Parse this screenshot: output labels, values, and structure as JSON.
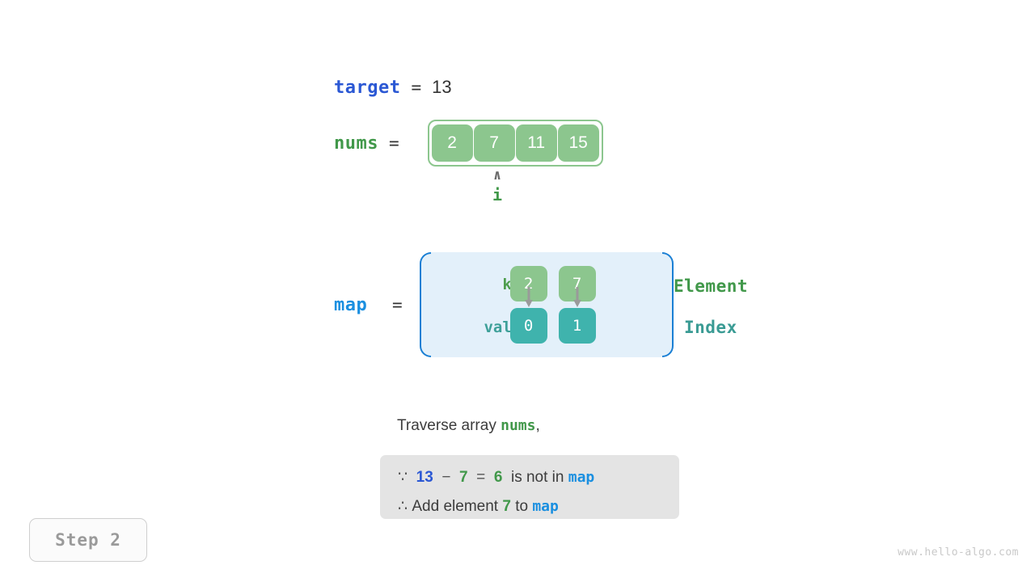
{
  "target": {
    "var_label": "target",
    "equals": "=",
    "value": "13"
  },
  "nums": {
    "var_label": "nums",
    "equals": "=",
    "cells": [
      "2",
      "7",
      "11",
      "15"
    ]
  },
  "pointer": {
    "caret": "∧",
    "label": "i",
    "points_to_index": 1
  },
  "map": {
    "var_label": "map",
    "equals": "=",
    "row_labels": {
      "key": "key",
      "value": "value"
    },
    "side_labels": {
      "element": "Element",
      "index": "Index"
    },
    "entries": [
      {
        "key": "2",
        "value": "0"
      },
      {
        "key": "7",
        "value": "1"
      }
    ]
  },
  "explanation": {
    "traverse_prefix": "Traverse array ",
    "traverse_var": "nums",
    "traverse_suffix": ",",
    "line1": {
      "because_symbol": "∵",
      "a": "13",
      "minus": "−",
      "b": "7",
      "eq": "=",
      "result": "6",
      "text": "is not in ",
      "map_var": "map"
    },
    "line2": {
      "therefore_symbol": "∴",
      "text_before": "Add element ",
      "element": "7",
      "text_middle": " to ",
      "map_var": "map"
    }
  },
  "step_badge": "Step 2",
  "watermark": "www.hello-algo.com",
  "colors": {
    "array_green": "#8cc68e",
    "map_teal": "#3fb3ad",
    "map_box_bg": "#e3f0fa",
    "bracket_blue": "#1a7fd4",
    "target_blue": "#2b58d4",
    "map_blue": "#1a8fe0",
    "nums_green": "#41984a",
    "reason_box_bg": "#e4e4e4"
  }
}
